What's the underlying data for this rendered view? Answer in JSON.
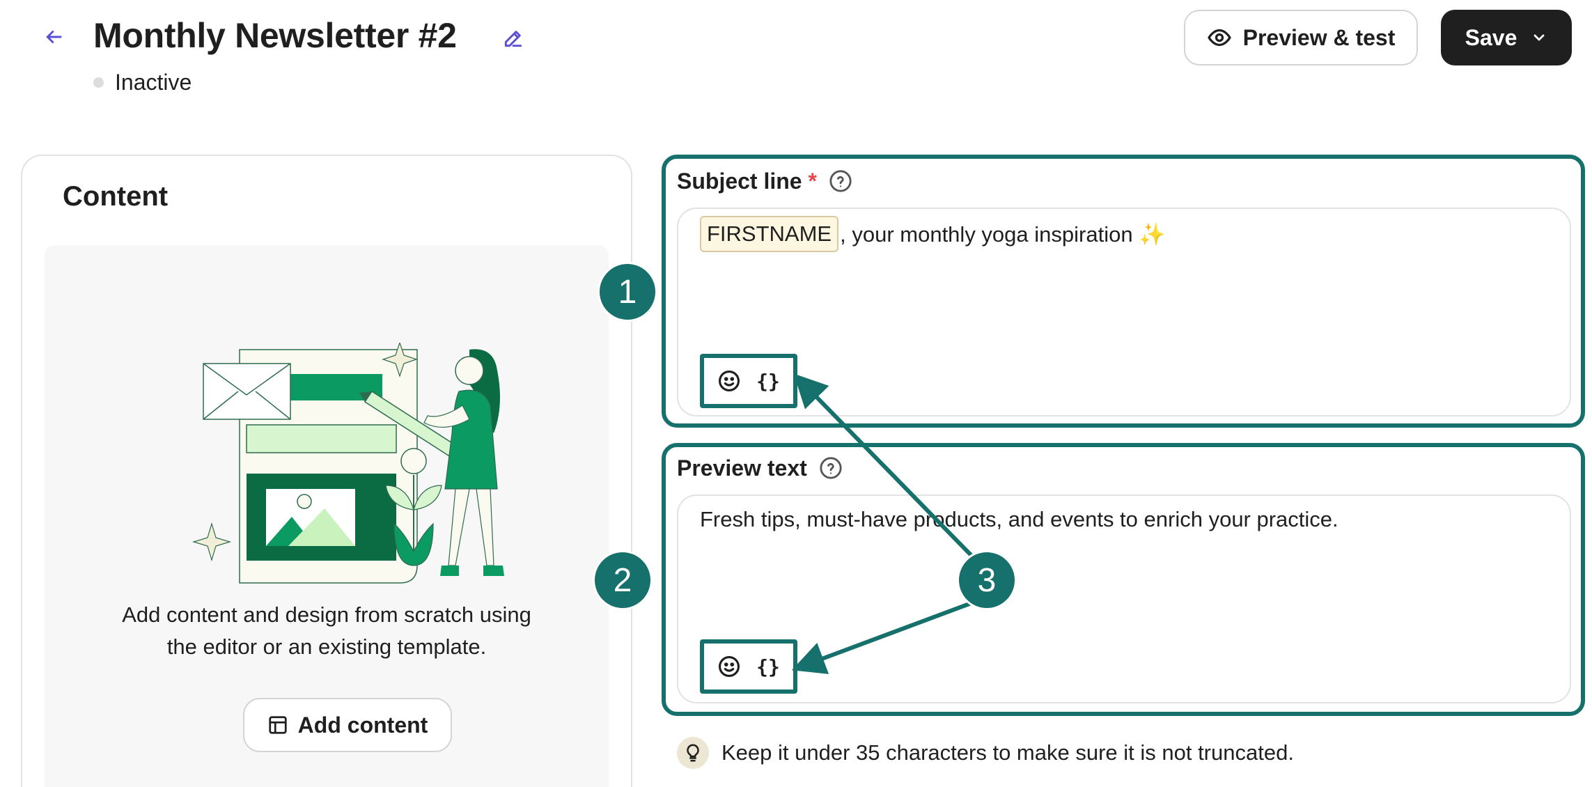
{
  "header": {
    "title": "Monthly Newsletter #2",
    "status": "Inactive",
    "preview_label": "Preview & test",
    "save_label": "Save"
  },
  "content": {
    "title": "Content",
    "empty_line1": "Add content and design from scratch using",
    "empty_line2": "the editor or an existing template.",
    "add_label": "Add content"
  },
  "subject": {
    "label": "Subject line",
    "required_mark": "*",
    "token": "FIRSTNAME",
    "text": ", your monthly yoga inspiration ✨"
  },
  "preview_text": {
    "label": "Preview text",
    "text": "Fresh tips, must-have products, and events to enrich your practice."
  },
  "toolbar": {
    "variable_label": "{}"
  },
  "tip": {
    "text": "Keep it under 35 characters to make sure it is not truncated."
  },
  "annotations": {
    "badge1": "1",
    "badge2": "2",
    "badge3": "3"
  },
  "colors": {
    "accent": "#16706b",
    "primary_button": "#1f1f1f",
    "link_icon": "#5b4fd6",
    "required": "#e5484d"
  }
}
